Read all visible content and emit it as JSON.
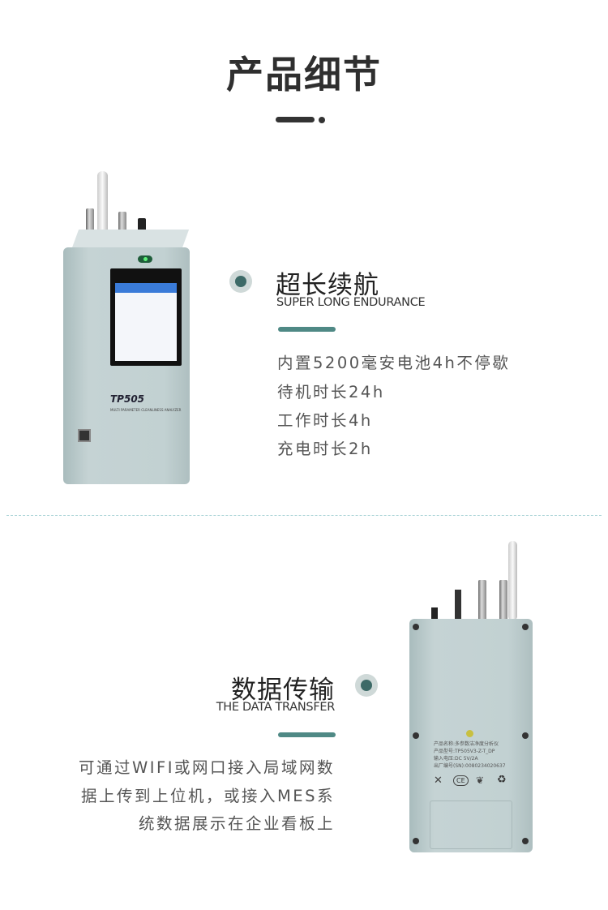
{
  "header": {
    "title": "产品细节"
  },
  "sections": [
    {
      "title": "超长续航",
      "subtitle": "SUPER LONG ENDURANCE",
      "lines": [
        "内置5200毫安电池4h不停歇",
        "待机时长24h",
        "工作时长4h",
        "充电时长2h"
      ]
    },
    {
      "title": "数据传输",
      "subtitle": "THE DATA TRANSFER",
      "lines": [
        "可通过WIFI或网口接入局域网数",
        "据上传到上位机，或接入MES系",
        "统数据展示在企业看板上"
      ]
    }
  ],
  "device_front": {
    "model": "TP505",
    "tagline": "MULTI PARAMETER CLEANLINESS ANALYZER"
  },
  "device_back": {
    "label_lines": [
      "产品名称:多参数洁净度分析仪",
      "产品型号:TP505V3-Z-T_DP",
      "输入电压:DC 5V/2A",
      "出厂编号(SN):0080234020637"
    ],
    "marks": [
      "CE"
    ]
  },
  "colors": {
    "accent": "#4f8985",
    "dot": "#3d6a67",
    "divider": "#a9d3d6"
  }
}
